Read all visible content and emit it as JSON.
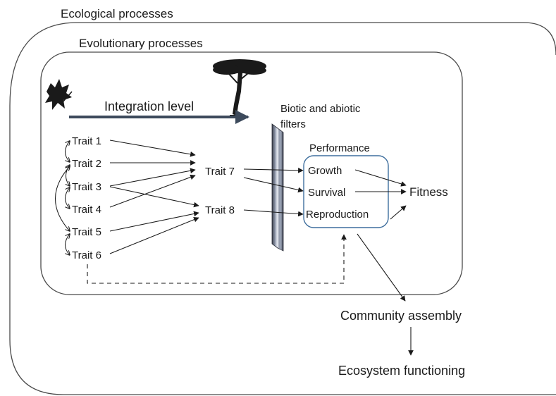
{
  "outer_label": "Ecological processes",
  "inner_label": "Evolutionary processes",
  "integration_label": "Integration level",
  "filters_label": [
    "Biotic and abiotic",
    "filters"
  ],
  "performance": {
    "heading": "Performance",
    "items": [
      "Growth",
      "Survival",
      "Reproduction"
    ]
  },
  "traits": [
    "Trait 1",
    "Trait 2",
    "Trait 3",
    "Trait 4",
    "Trait 5",
    "Trait 6"
  ],
  "trait7": "Trait 7",
  "trait8": "Trait 8",
  "fitness": "Fitness",
  "community": "Community assembly",
  "ecosystem": "Ecosystem functioning",
  "colors": {
    "arrow_dark": "#3d4a5c",
    "perf_box": "#3f6f9e",
    "lines": "#1a1a1a"
  },
  "icons": [
    "leaf-icon",
    "tree-icon"
  ]
}
